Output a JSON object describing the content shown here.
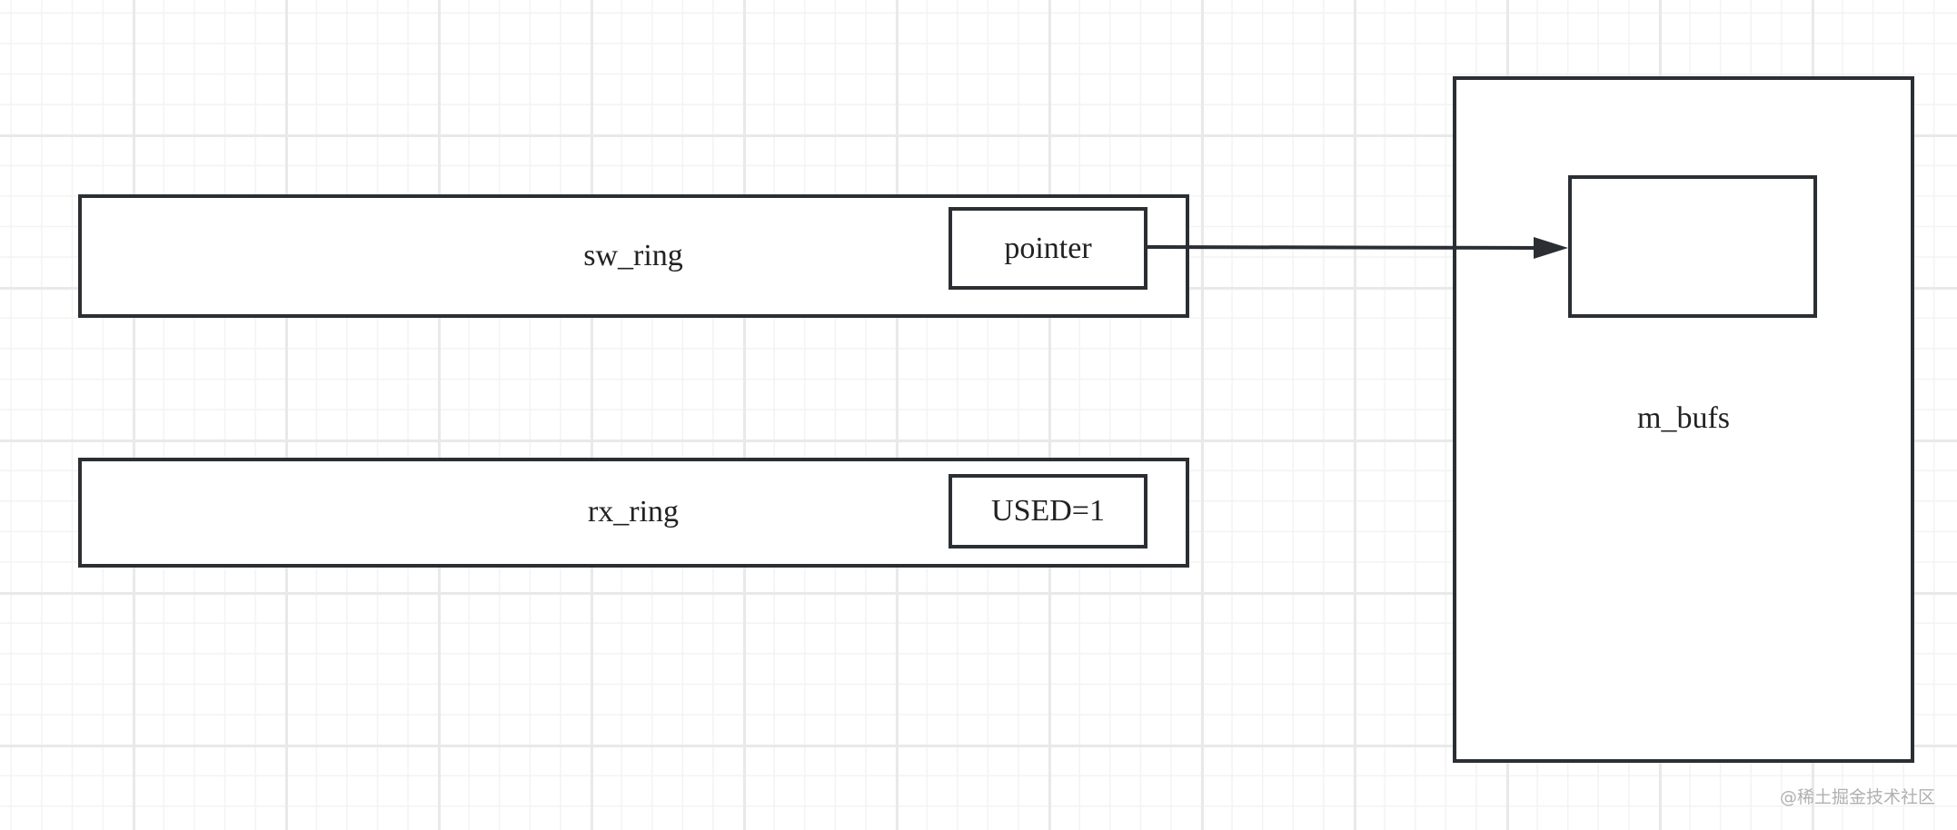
{
  "diagram": {
    "sw_ring": {
      "label": "sw_ring",
      "slot_label": "pointer"
    },
    "rx_ring": {
      "label": "rx_ring",
      "slot_label": "USED=1"
    },
    "m_bufs": {
      "label": "m_bufs"
    },
    "arrow": {
      "from": "pointer",
      "to": "m_bufs buffer"
    },
    "line_color": "#2b2f33"
  },
  "watermark": "@稀土掘金技术社区"
}
